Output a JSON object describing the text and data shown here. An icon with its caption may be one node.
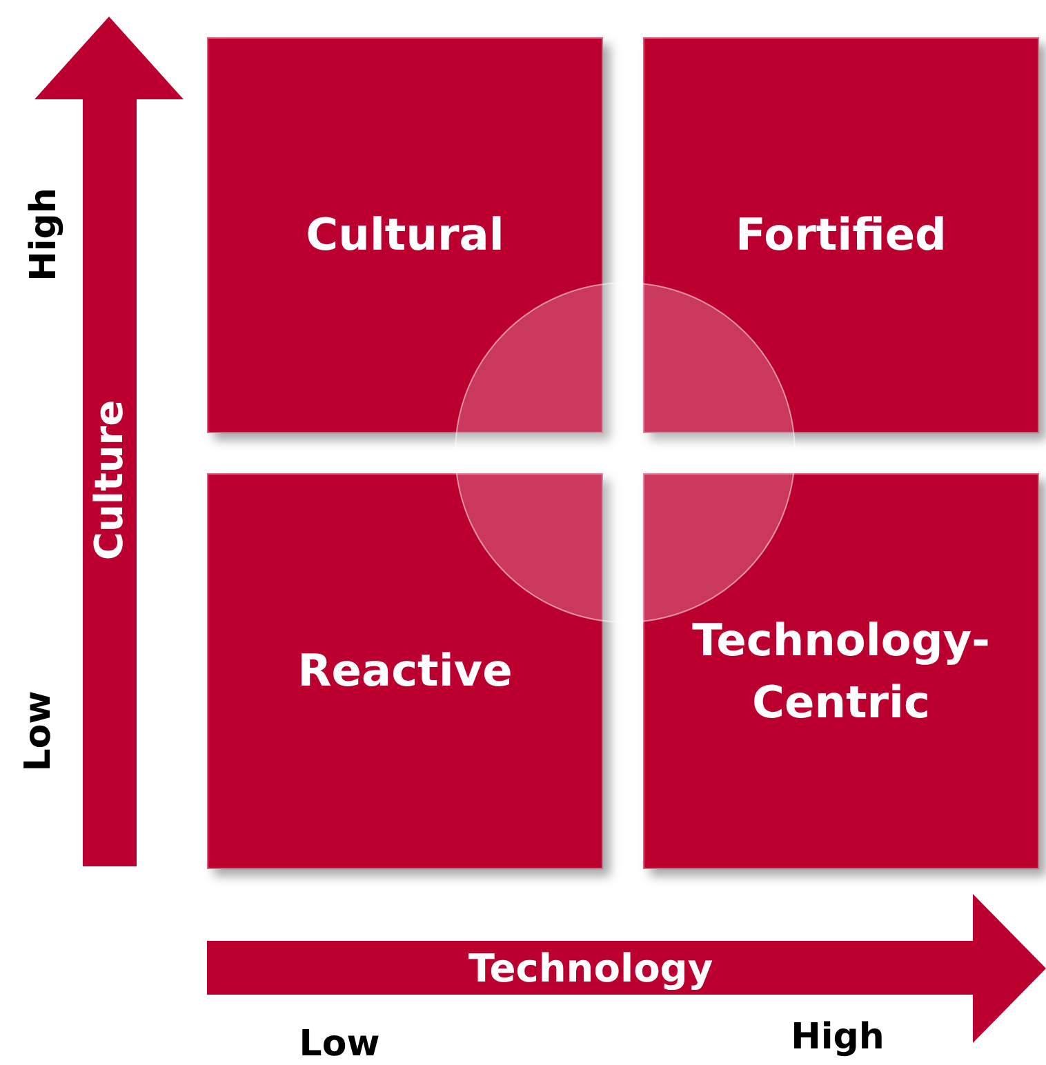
{
  "diagram": {
    "nodes": [
      {
        "text": [
          "Cultural"
        ]
      },
      {
        "text": [
          "Fortified"
        ]
      },
      {
        "text": [
          "Reactive"
        ]
      },
      {
        "text": [
          "Technology- Centric"
        ]
      }
    ],
    "labels": [
      "High",
      "Culture",
      "Low",
      "Technology",
      "Low",
      "High"
    ]
  }
}
